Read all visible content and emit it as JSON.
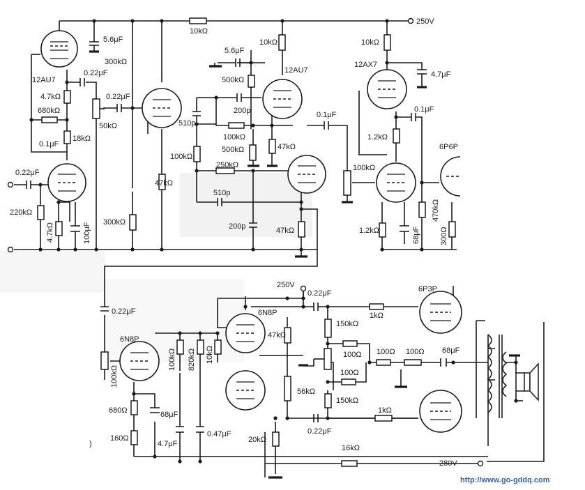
{
  "supply": {
    "v250_top": "250V",
    "v250_mid": "250V",
    "v280": "280V"
  },
  "tubes": {
    "t1": "12AU7",
    "t2": "12AU7",
    "t3": "12AX7",
    "t4": "6P6P",
    "t5": "6N8P",
    "t6": "6N8P",
    "t7": "6P3P"
  },
  "stage1": {
    "c_top": "5.6μF",
    "r_top": "10kΩ",
    "c_coupling": "0.22μF",
    "r_a": "4.7kΩ",
    "c_b": "0.22μF",
    "r_b": "680kΩ",
    "pot": "50kΩ",
    "c_c": "0.1μF",
    "r_c": "18kΩ",
    "c_in": "0.22μF",
    "r_grid": "220kΩ",
    "r_k": "4.7kΩ",
    "c_k": "100μF",
    "r_300a": "300kΩ",
    "r_47": "47kΩ",
    "r_300b": "300kΩ"
  },
  "stage2": {
    "r_10k": "10kΩ",
    "c_56": "5.6μF",
    "r_500a": "500kΩ",
    "c_510a": "510p",
    "c_200a": "200p",
    "r_100a": "100kΩ",
    "r_500b": "500kΩ",
    "r_47b": "47kΩ",
    "r_100b": "100kΩ",
    "r_250": "250kΩ",
    "c_510b": "510p",
    "c_200b": "200p",
    "r_47c": "47kΩ",
    "c_01": "0.1μF",
    "pot_100": "100kΩ"
  },
  "stage3": {
    "r_10k": "10kΩ",
    "c_47": "4.7μF",
    "c_01": "0.1μF",
    "r_12a": "1.2kΩ",
    "r_12b": "1.2kΩ",
    "c_68": "68μF",
    "r_470": "470kΩ",
    "r_300": "300Ω"
  },
  "amp": {
    "c_in": "0.22μF",
    "pot": "100kΩ",
    "r_680": "680Ω",
    "c_68a": "68μF",
    "r_160": "160Ω",
    "c_47": "4.7μF",
    "r_100": "100kΩ",
    "r_820": "820kΩ",
    "r_10k": "10kΩ",
    "c_047": "0.47μF",
    "r_47": "47kΩ",
    "r_56": "56kΩ",
    "r_20": "20kΩ",
    "c_22a": "0.22μF",
    "c_22b": "0.22μF",
    "r_150a": "150kΩ",
    "r_150b": "150kΩ",
    "r_100a": "100Ω",
    "r_100b": "100Ω",
    "r_100c": "100Ω",
    "r_100d": "100Ω",
    "c_68b": "68μF",
    "r_1ka": "1kΩ",
    "r_1kb": "1kΩ",
    "r_16k": "16kΩ"
  },
  "misc": {
    "paren": ")"
  },
  "watermark": "http://www.go-gddq.com"
}
